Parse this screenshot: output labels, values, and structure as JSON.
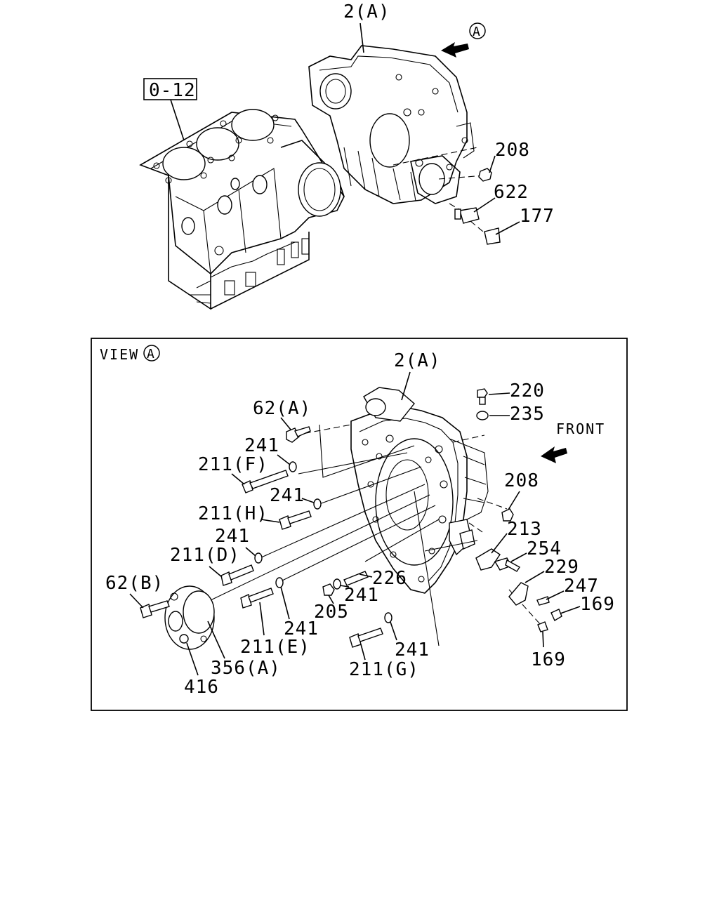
{
  "sheet": {
    "ref_box": "0-12",
    "view_marker": "A",
    "view_title": "VIEW",
    "front_label": "FRONT",
    "callouts_upper": [
      "2(A)",
      "208",
      "622",
      "177"
    ],
    "callouts_lower": [
      "2(A)",
      "220",
      "235",
      "62(A)",
      "241",
      "211(F)",
      "241",
      "211(H)",
      "208",
      "241",
      "211(D)",
      "213",
      "254",
      "229",
      "62(B)",
      "226",
      "247",
      "241",
      "169",
      "205",
      "211(E)",
      "241",
      "241",
      "356(A)",
      "211(G)",
      "169",
      "416"
    ]
  }
}
